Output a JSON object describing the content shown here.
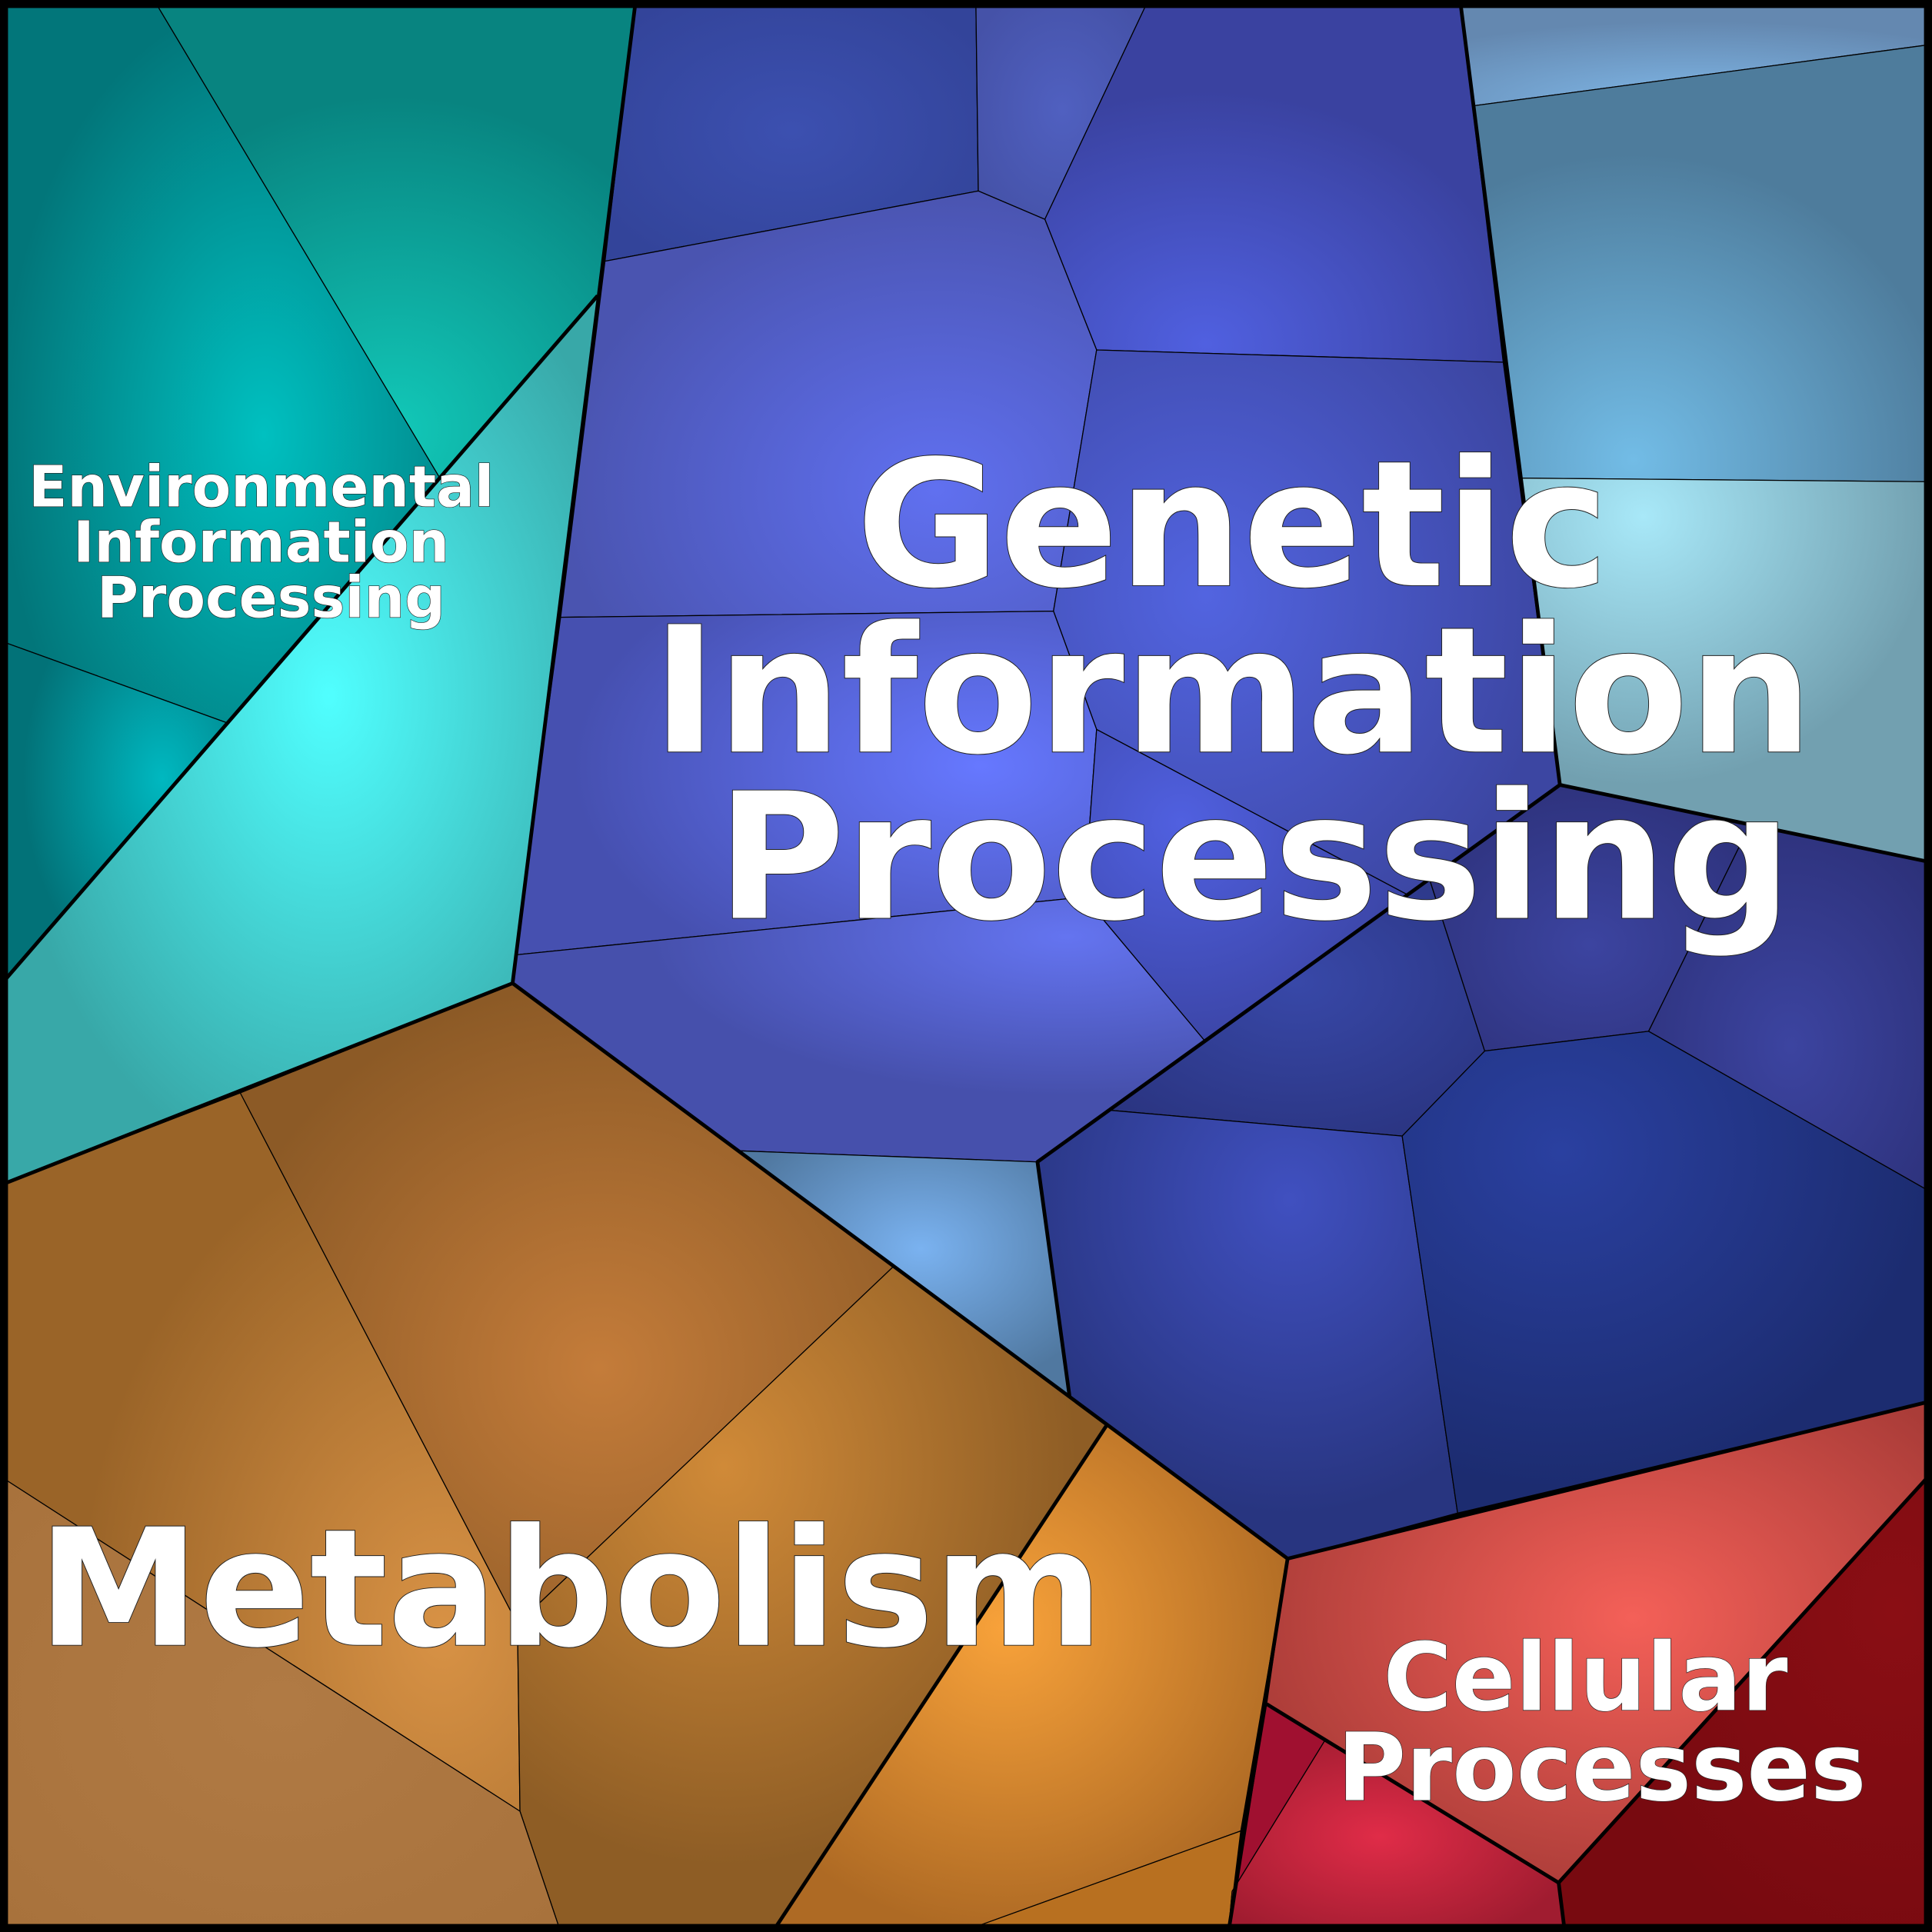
{
  "diagram": {
    "type": "voronoi-treemap",
    "groups": [
      {
        "name": "genetic",
        "lines": [
          "Genetic",
          "Information",
          "Processing"
        ],
        "color": "#4a58b5"
      },
      {
        "name": "environmental",
        "lines": [
          "Environmental",
          "Information",
          "Processing"
        ],
        "color": "#0a8a82"
      },
      {
        "name": "metabolism",
        "lines": [
          "Metabolism"
        ],
        "color": "#9a6428"
      },
      {
        "name": "cellular",
        "lines": [
          "Cellular",
          "Processes"
        ],
        "color": "#b0403a"
      }
    ]
  }
}
